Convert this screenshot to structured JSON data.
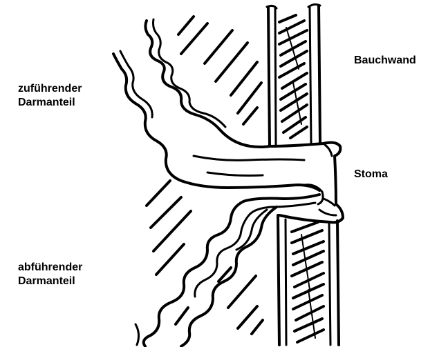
{
  "labels": {
    "bauchwand": "Bauchwand",
    "stoma": "Stoma",
    "zufuehrender_line1": "zuführender",
    "zufuehrender_line2": "Darmanteil",
    "abfuehrender_line1": "abführender",
    "abfuehrender_line2": "Darmanteil"
  },
  "colors": {
    "ink": "#000000",
    "background": "#ffffff"
  }
}
